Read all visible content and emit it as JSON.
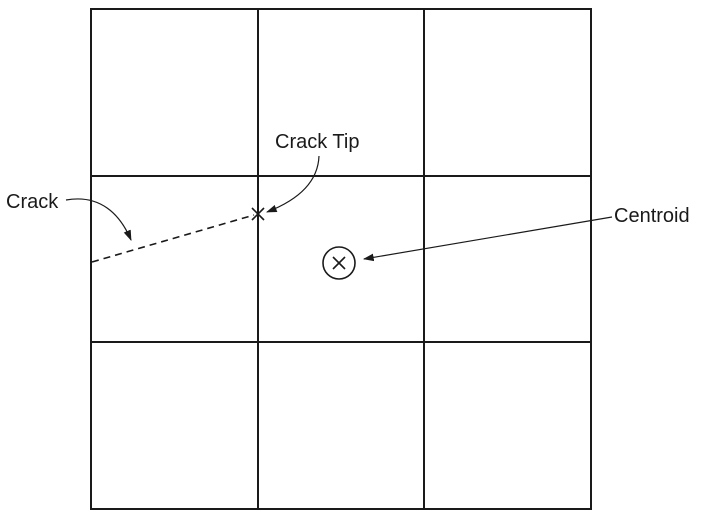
{
  "labels": {
    "crack": "Crack",
    "crack_tip": "Crack Tip",
    "centroid": "Centroid"
  },
  "colors": {
    "line": "#1a1a1a",
    "background": "#ffffff"
  },
  "icons": {
    "crack_tip_marker": "x-mark-icon",
    "centroid_marker": "circled-x-icon"
  }
}
